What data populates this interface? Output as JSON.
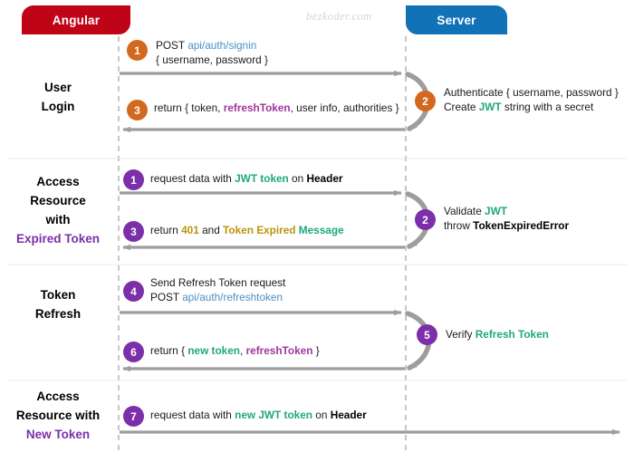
{
  "watermark": "bezkoder.com",
  "actors": {
    "client": {
      "label": "Angular",
      "color": "#c00418"
    },
    "server": {
      "label": "Server",
      "color": "#1272b8"
    }
  },
  "colors": {
    "step_orange": "#d2691e",
    "step_purple": "#7b2fa8",
    "arrow_gray": "#9d9d9d",
    "lifeline_gray": "#b9b9b9",
    "path_blue": "#4a90c2",
    "refresh_purple": "#a0359b",
    "jwt_green": "#1fa97a",
    "warn_gold": "#b8960b",
    "accent_purple": "#7b2fa8"
  },
  "phases": [
    {
      "id": "user-login",
      "lines": [
        "User",
        "Login"
      ],
      "accent_from": 99
    },
    {
      "id": "access-expired-token",
      "lines": [
        "Access",
        "Resource",
        "with",
        "Expired Token"
      ],
      "accent_from": 3
    },
    {
      "id": "token-refresh",
      "lines": [
        "Token",
        "Refresh"
      ],
      "accent_from": 99
    },
    {
      "id": "access-new-token",
      "lines": [
        "Access",
        "Resource with",
        "New Token"
      ],
      "accent_from": 2
    }
  ],
  "steps": [
    {
      "id": "post-signin",
      "number": "1",
      "color": "orange",
      "phase": "user-login",
      "text_lines": [
        [
          {
            "t": "POST ",
            "s": "plain"
          },
          {
            "t": "api/auth/signin",
            "s": "path"
          }
        ],
        [
          {
            "t": "{ username, password }",
            "s": "plain"
          }
        ]
      ]
    },
    {
      "id": "authenticate-create-jwt",
      "number": "2",
      "color": "orange",
      "phase": "user-login",
      "text_lines": [
        [
          {
            "t": "Authenticate { username, password }",
            "s": "plain"
          }
        ],
        [
          {
            "t": "Create ",
            "s": "plain"
          },
          {
            "t": "JWT",
            "s": "green"
          },
          {
            "t": " string with a secret",
            "s": "plain"
          }
        ]
      ]
    },
    {
      "id": "return-tokens",
      "number": "3",
      "color": "orange",
      "phase": "user-login",
      "text_lines": [
        [
          {
            "t": "return { token, ",
            "s": "plain"
          },
          {
            "t": "refreshToken",
            "s": "refresh"
          },
          {
            "t": ", user info, authorities }",
            "s": "plain"
          }
        ]
      ]
    },
    {
      "id": "request-with-jwt",
      "number": "1",
      "color": "purple",
      "phase": "access-expired-token",
      "text_lines": [
        [
          {
            "t": "request data with ",
            "s": "plain"
          },
          {
            "t": "JWT token",
            "s": "green"
          },
          {
            "t": " on ",
            "s": "plain"
          },
          {
            "t": "Header",
            "s": "bk"
          }
        ]
      ]
    },
    {
      "id": "validate-jwt-throw",
      "number": "2",
      "color": "purple",
      "phase": "access-expired-token",
      "text_lines": [
        [
          {
            "t": "Validate ",
            "s": "plain"
          },
          {
            "t": "JWT",
            "s": "green"
          }
        ],
        [
          {
            "t": "throw ",
            "s": "plain"
          },
          {
            "t": "TokenExpiredError",
            "s": "bk"
          }
        ]
      ]
    },
    {
      "id": "return-401",
      "number": "3",
      "color": "purple",
      "phase": "access-expired-token",
      "text_lines": [
        [
          {
            "t": "return ",
            "s": "plain"
          },
          {
            "t": "401",
            "s": "gold"
          },
          {
            "t": " and ",
            "s": "plain"
          },
          {
            "t": "Token Expired ",
            "s": "gold"
          },
          {
            "t": "Message",
            "s": "green"
          }
        ]
      ]
    },
    {
      "id": "send-refresh-request",
      "number": "4",
      "color": "purple",
      "phase": "token-refresh",
      "text_lines": [
        [
          {
            "t": "Send Refresh Token request",
            "s": "plain"
          }
        ],
        [
          {
            "t": "POST ",
            "s": "plain"
          },
          {
            "t": "api/auth/refreshtoken",
            "s": "path"
          }
        ]
      ]
    },
    {
      "id": "verify-refresh-token",
      "number": "5",
      "color": "purple",
      "phase": "token-refresh",
      "text_lines": [
        [
          {
            "t": "Verify ",
            "s": "plain"
          },
          {
            "t": "Refresh Token",
            "s": "green"
          }
        ]
      ]
    },
    {
      "id": "return-new-token",
      "number": "6",
      "color": "purple",
      "phase": "token-refresh",
      "text_lines": [
        [
          {
            "t": "return { ",
            "s": "plain"
          },
          {
            "t": "new token",
            "s": "green"
          },
          {
            "t": ", ",
            "s": "plain"
          },
          {
            "t": "refreshToken",
            "s": "refresh"
          },
          {
            "t": " }",
            "s": "plain"
          }
        ]
      ]
    },
    {
      "id": "request-with-new-jwt",
      "number": "7",
      "color": "purple",
      "phase": "access-new-token",
      "text_lines": [
        [
          {
            "t": "request data with ",
            "s": "plain"
          },
          {
            "t": "new JWT token",
            "s": "green"
          },
          {
            "t": " on ",
            "s": "plain"
          },
          {
            "t": "Header",
            "s": "bk"
          }
        ]
      ]
    }
  ]
}
